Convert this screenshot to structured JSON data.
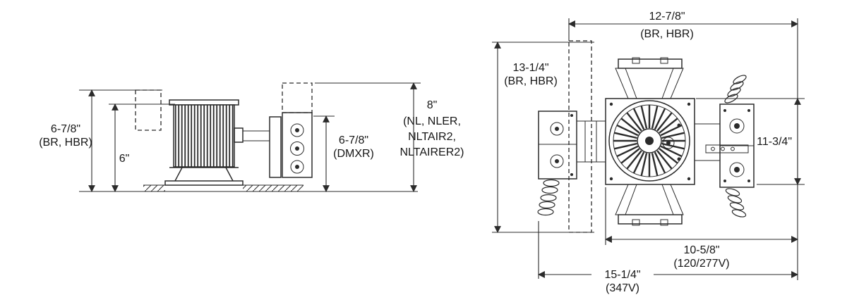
{
  "diagram": {
    "side_view": {
      "dim_recess_depth": {
        "value": "6-7/8\"",
        "models": "(BR, HBR)"
      },
      "dim_housing": {
        "value": "6\""
      },
      "dim_dmxr": {
        "value": "6-7/8\"",
        "models": "(DMXR)"
      },
      "dim_depth": {
        "value": "8\"",
        "models1": "(NL, NLER,",
        "models2": "NLTAIR2,",
        "models3": "NLTAIRER2)"
      }
    },
    "plan_view": {
      "dim_width": {
        "value": "12-7/8\"",
        "models": "(BR, HBR)"
      },
      "dim_bar_length": {
        "value": "13-1/4\"",
        "models": "(BR, HBR)"
      },
      "dim_height_right": {
        "value": "11-3/4\""
      },
      "dim_low_voltage": {
        "value": "10-5/8\"",
        "models": "(120/277V)"
      },
      "dim_347": {
        "value": "15-1/4\"",
        "models": "(347V)"
      }
    },
    "colors": {
      "line": "#2b2b2b",
      "text": "#161616",
      "background": "#ffffff"
    }
  }
}
